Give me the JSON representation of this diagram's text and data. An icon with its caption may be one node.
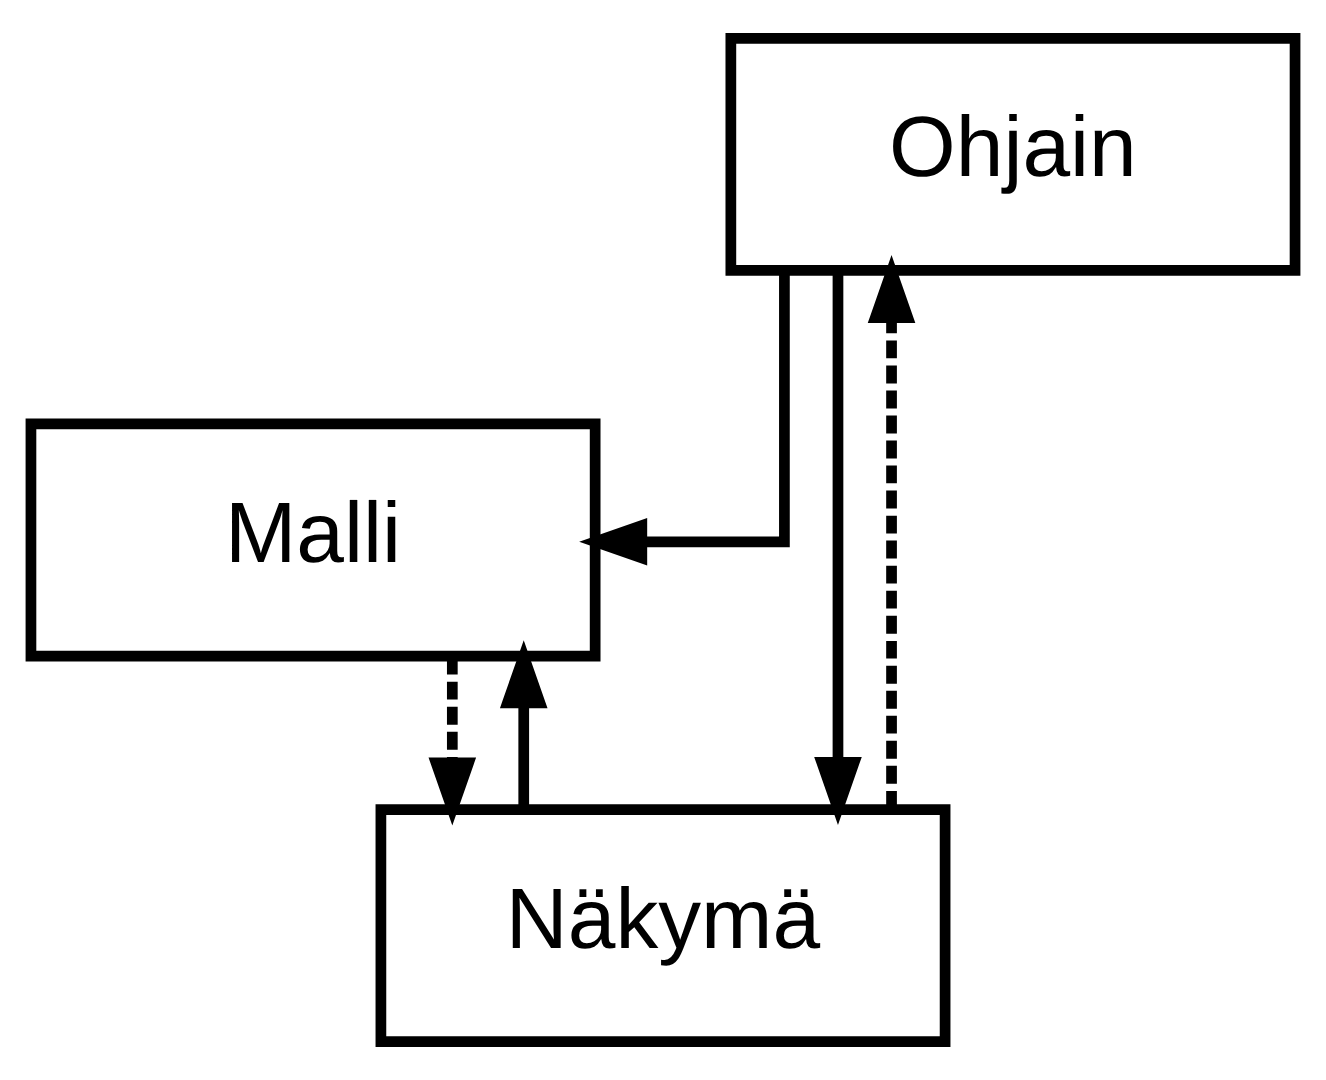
{
  "diagram": {
    "nodes": [
      {
        "text": [
          "Ohjain"
        ]
      },
      {
        "text": [
          "Malli"
        ]
      },
      {
        "text": [
          "Näkymä"
        ]
      }
    ],
    "edges": [
      {
        "from": 0,
        "to": 1,
        "arrow": "to"
      },
      {
        "from": 0,
        "to": 2,
        "arrow": "to"
      },
      {
        "from": 2,
        "to": 0,
        "arrow": "to",
        "style": "dashed"
      },
      {
        "from": 1,
        "to": 2,
        "arrow": "to",
        "style": "dashed"
      },
      {
        "from": 2,
        "to": 1,
        "arrow": "to"
      }
    ]
  }
}
